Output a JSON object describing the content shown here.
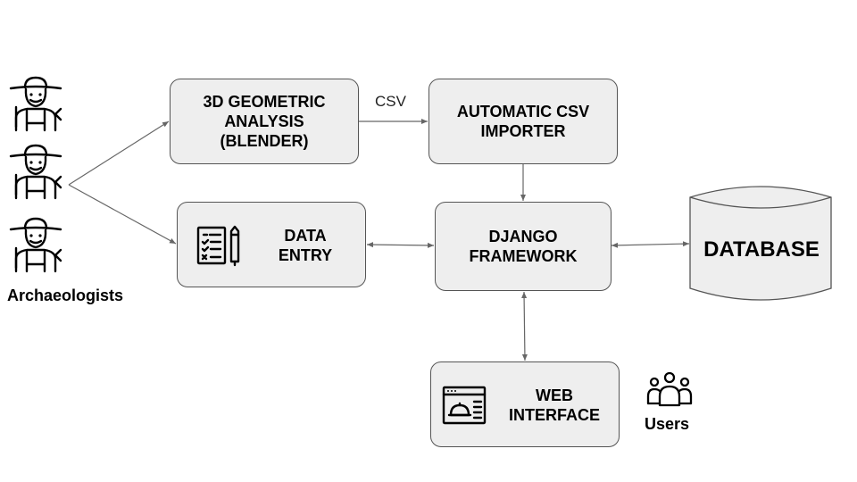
{
  "nodes": {
    "geometric_analysis": "3D GEOMETRIC\nANALYSIS\n(BLENDER)",
    "csv_importer": "AUTOMATIC CSV\nIMPORTER",
    "data_entry": "DATA\nENTRY",
    "django": "DJANGO\nFRAMEWORK",
    "database": "DATABASE",
    "web_interface": "WEB\nINTERFACE"
  },
  "edges": {
    "csv_label": "CSV"
  },
  "actors": {
    "archaeologists": "Archaeologists",
    "users": "Users"
  },
  "icons": {
    "archaeologist": "archaeologist-icon",
    "checklist": "checklist-icon",
    "browser": "browser-window-icon",
    "users": "users-group-icon",
    "database": "database-cylinder-icon"
  },
  "colors": {
    "box_fill": "#eeeeee",
    "box_border": "#555555",
    "arrow": "#666666"
  }
}
